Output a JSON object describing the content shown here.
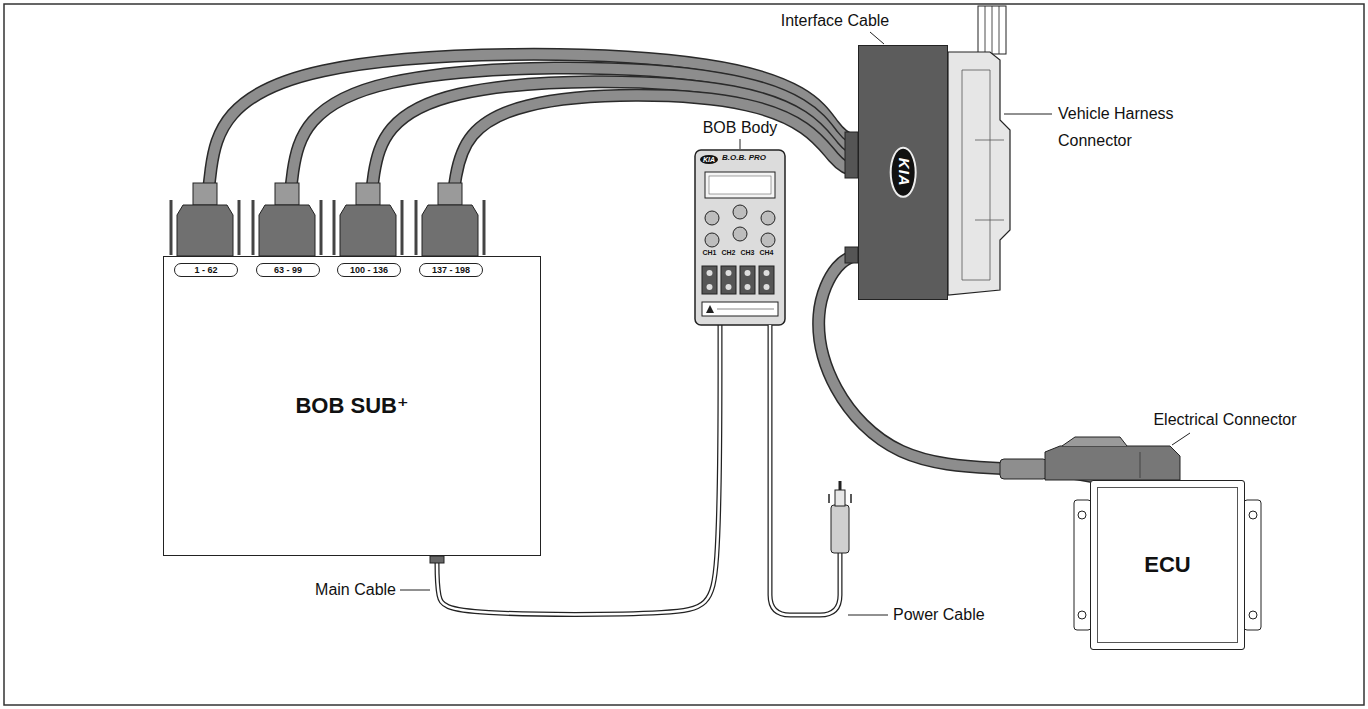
{
  "diagram": {
    "nodes": [
      {
        "text": [
          "BOB SUB⁺"
        ]
      },
      {
        "text": [
          "1 - 62"
        ],
        "in": 0
      },
      {
        "text": [
          "63 - 99"
        ],
        "in": 0
      },
      {
        "text": [
          "100 - 136"
        ],
        "in": 0
      },
      {
        "text": [
          "137 - 198"
        ],
        "in": 0
      },
      {
        "text": [
          "KIA",
          "B.O.B. PRO",
          "CH1",
          "CH2",
          "CH3",
          "CH4"
        ]
      },
      {
        "text": [
          "KIA"
        ]
      },
      {
        "text": [
          "ECU"
        ]
      }
    ],
    "edges": [
      {
        "from": 1,
        "to": 6,
        "arrow": "none"
      },
      {
        "from": 2,
        "to": 6,
        "arrow": "none"
      },
      {
        "from": 3,
        "to": 6,
        "arrow": "none"
      },
      {
        "from": 4,
        "to": 6,
        "arrow": "none"
      },
      {
        "from": 0,
        "to": 5,
        "arrow": "none"
      },
      {
        "from": 6,
        "to": 7,
        "arrow": "none"
      }
    ],
    "labels": [
      "Interface Cable",
      "Vehicle Harness Connector",
      "BOB Body",
      "Electrical Connector",
      "Main Cable",
      "Power Cable"
    ]
  }
}
